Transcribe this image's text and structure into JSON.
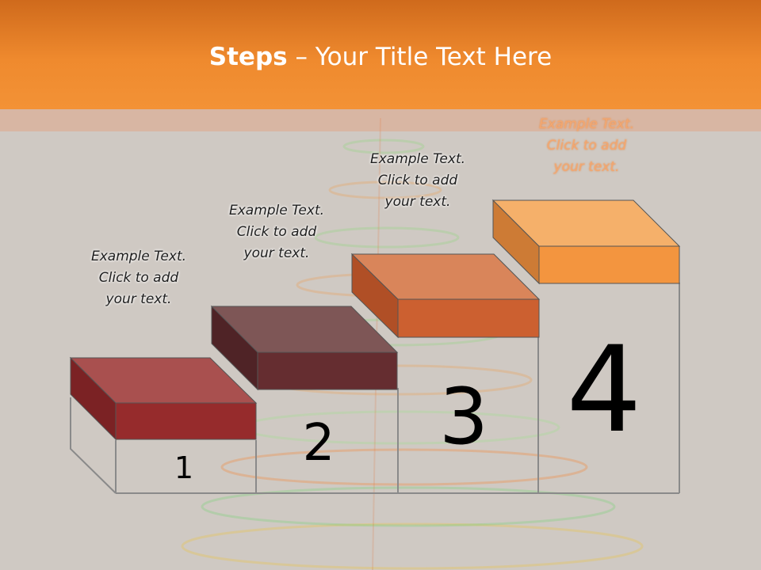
{
  "title": {
    "bold": "Steps",
    "rest": " – Your Title Text Here"
  },
  "steps": [
    {
      "number": "1",
      "caption": [
        "Example Text.",
        "Click  to add",
        "your text."
      ],
      "top_color": "#a9504f",
      "front_color": "#962b2c",
      "side_color": "#7b2224"
    },
    {
      "number": "2",
      "caption": [
        "Example Text.",
        "Click  to add",
        "your text."
      ],
      "top_color": "#7e5656",
      "front_color": "#652d30",
      "side_color": "#4f2326"
    },
    {
      "number": "3",
      "caption": [
        "Example Text.",
        "Click  to add",
        "your text."
      ],
      "top_color": "#d9855a",
      "front_color": "#cc6030",
      "side_color": "#b04f26"
    },
    {
      "number": "4",
      "caption": [
        "Example Text.",
        "Click  to add",
        "your text."
      ],
      "top_color": "#f5b06a",
      "front_color": "#f3953f",
      "side_color": "#cd7b35"
    }
  ],
  "colors": {
    "header": "#ef8a2e",
    "background": "#cfc9c3",
    "outline": "#8a8a8a"
  }
}
